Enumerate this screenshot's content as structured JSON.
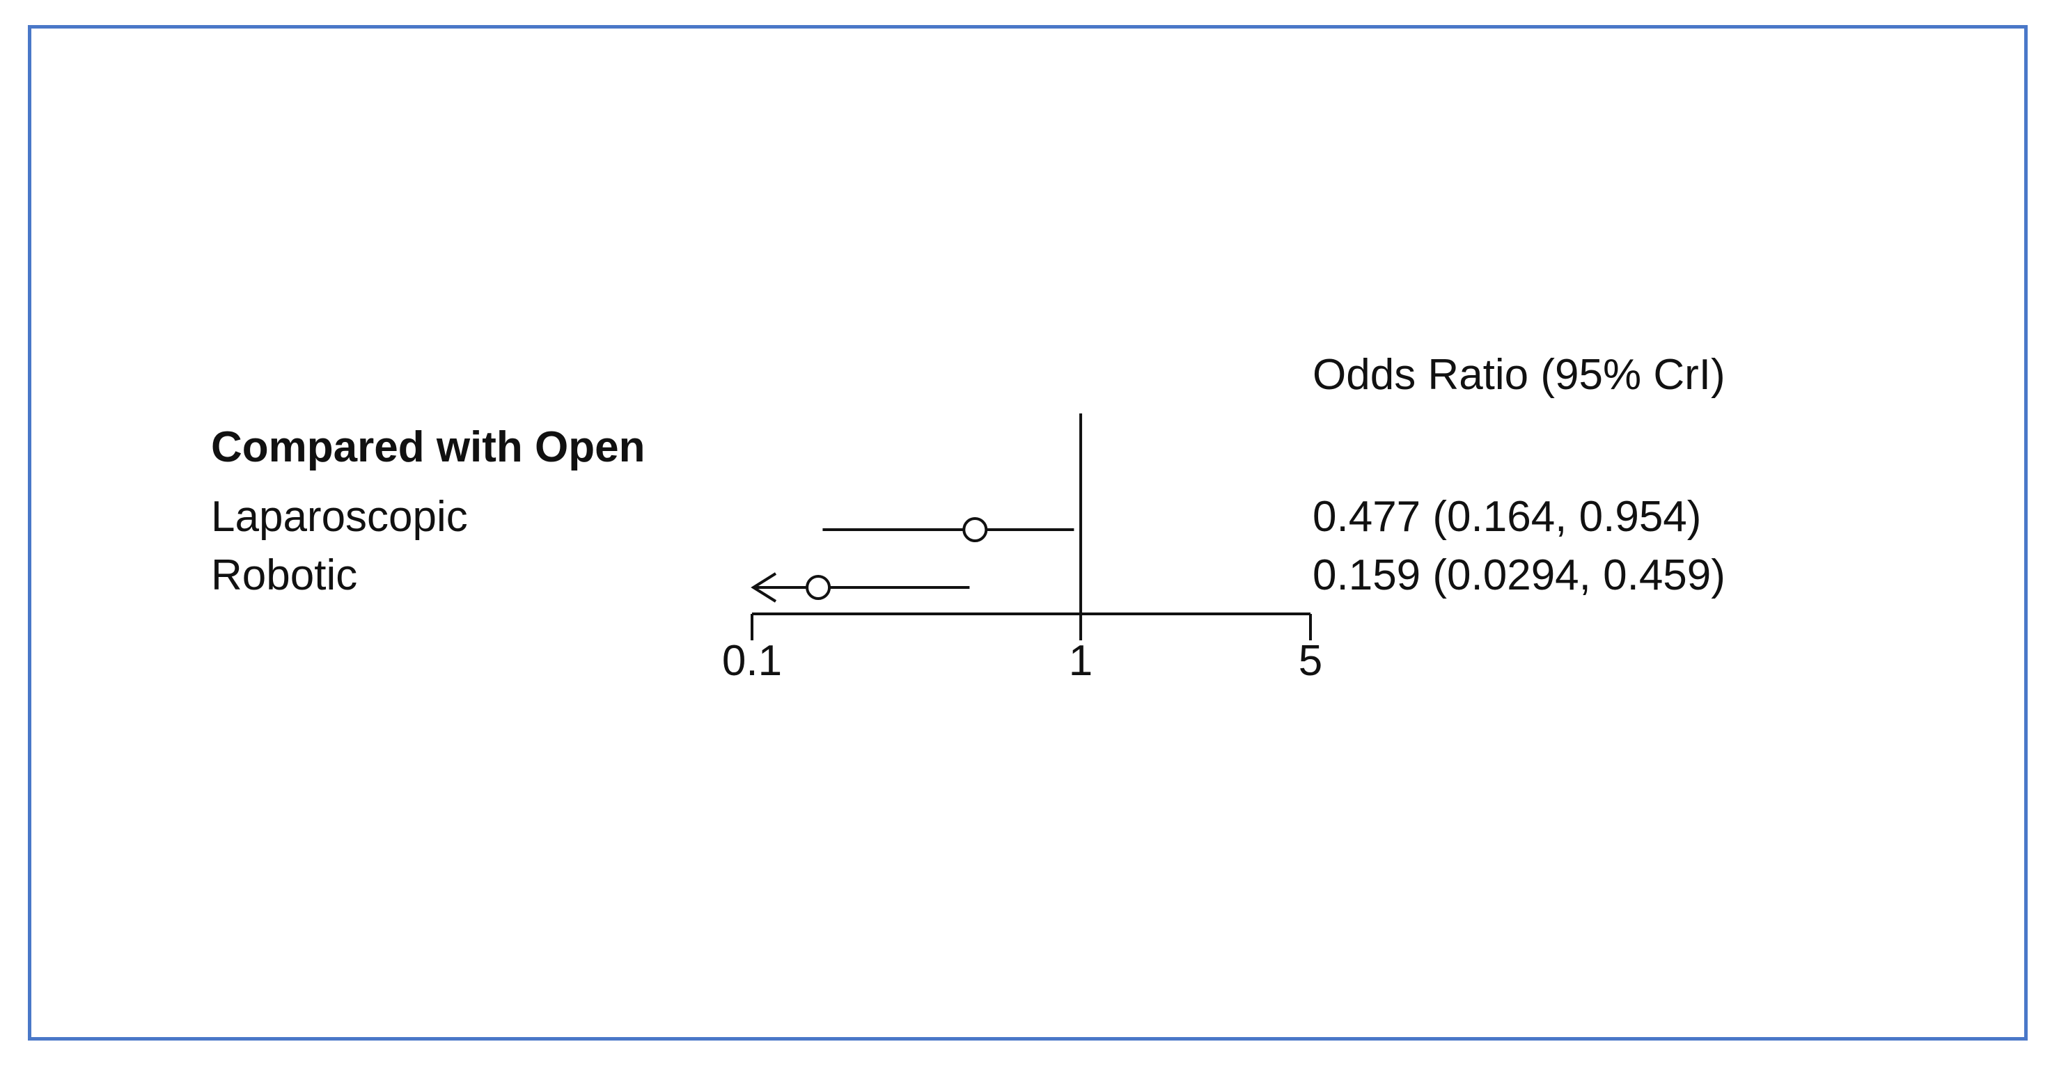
{
  "chart_data": {
    "type": "forest",
    "x_scale": "log",
    "xlim": [
      0.1,
      5
    ],
    "reference_value": 1,
    "ticks": [
      {
        "value": 0.1,
        "label": "0.1"
      },
      {
        "value": 1,
        "label": "1"
      },
      {
        "value": 5,
        "label": "5"
      }
    ],
    "header": "Odds Ratio (95% CrI)",
    "group_label": "Compared with Open",
    "rows": [
      {
        "label": "Laparoscopic",
        "estimate": 0.477,
        "lower": 0.164,
        "upper": 0.954,
        "value_text": "0.477 (0.164, 0.954)",
        "lower_clipped": false
      },
      {
        "label": "Robotic",
        "estimate": 0.159,
        "lower": 0.0294,
        "upper": 0.459,
        "value_text": "0.159 (0.0294, 0.459)",
        "lower_clipped": true
      }
    ],
    "colors": {
      "frame": "#4a78c8",
      "ink": "#111111"
    }
  }
}
